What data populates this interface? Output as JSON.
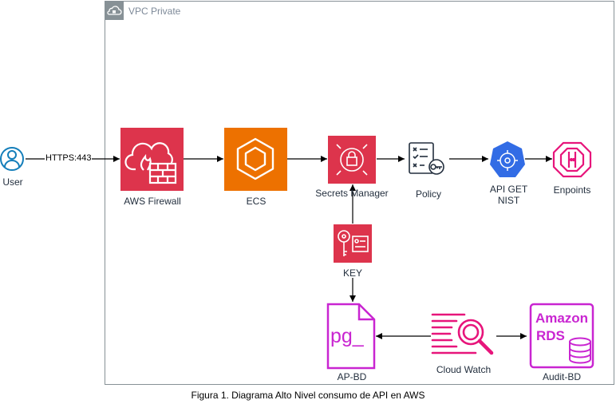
{
  "container": {
    "title": "VPC Private"
  },
  "nodes": {
    "user": {
      "label": "User"
    },
    "firewall": {
      "label": "AWS Firewall"
    },
    "ecs": {
      "label": "ECS"
    },
    "secrets": {
      "label": "Secrets Manager"
    },
    "policy": {
      "label": "Policy"
    },
    "api": {
      "label_line1": "API GET",
      "label_line2": "NIST"
    },
    "endpoints": {
      "label": "Enpoints"
    },
    "key": {
      "label": "KEY"
    },
    "apbd": {
      "label": "AP-BD"
    },
    "cloudwatch": {
      "label": "Cloud Watch"
    },
    "auditbd": {
      "label": "Audit-BD",
      "icon_text_top": "Amazon",
      "icon_text_bottom": "RDS"
    },
    "postgres": {
      "icon_text": "pg_"
    }
  },
  "edges": {
    "user_firewall": {
      "label": "HTTPS:443"
    }
  },
  "caption": "Figura 1. Diagrama Alto Nivel consumo de API en AWS",
  "colors": {
    "security_red": "#dd344c",
    "container_orange": "#ed7100",
    "database_purple": "#c925d1",
    "management_pink": "#e7157b",
    "kubernetes_blue": "#326ce5",
    "user_blue": "#147eba",
    "vpc_border": "#879196"
  }
}
